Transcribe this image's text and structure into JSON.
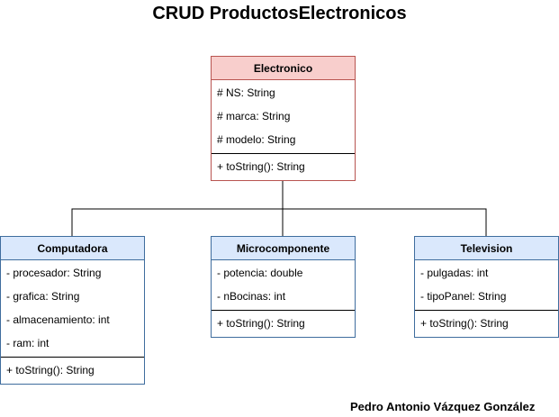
{
  "title": "CRUD ProductosElectronicos",
  "author": "Pedro Antonio Vázquez González",
  "colors": {
    "parent_fill": "#f8cecc",
    "parent_border": "#b85450",
    "child_fill": "#dae8fc",
    "child_border": "#6c8ebf"
  },
  "classes": {
    "electronico": {
      "name": "Electronico",
      "attributes": [
        "# NS: String",
        "# marca: String",
        "# modelo: String"
      ],
      "methods": [
        "+ toString(): String"
      ]
    },
    "computadora": {
      "name": "Computadora",
      "attributes": [
        "- procesador: String",
        "- grafica: String",
        "- almacenamiento: int",
        "- ram: int"
      ],
      "methods": [
        "+ toString(): String"
      ]
    },
    "microcomponente": {
      "name": "Microcomponente",
      "attributes": [
        "- potencia: double",
        "- nBocinas: int"
      ],
      "methods": [
        "+ toString(): String"
      ]
    },
    "television": {
      "name": "Television",
      "attributes": [
        "- pulgadas: int",
        "- tipoPanel: String"
      ],
      "methods": [
        "+ toString(): String"
      ]
    }
  },
  "relations": [
    {
      "type": "inheritance",
      "from": "computadora",
      "to": "electronico"
    },
    {
      "type": "inheritance",
      "from": "microcomponente",
      "to": "electronico"
    },
    {
      "type": "inheritance",
      "from": "television",
      "to": "electronico"
    }
  ]
}
